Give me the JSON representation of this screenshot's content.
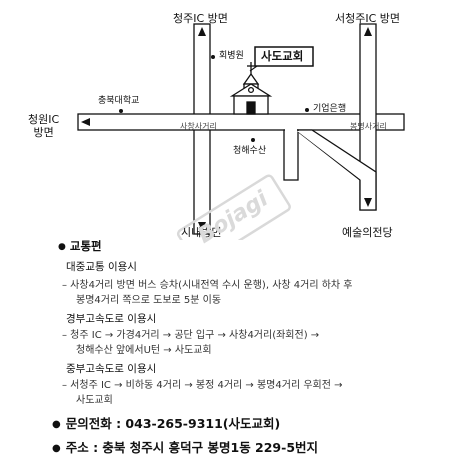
{
  "map": {
    "labels": {
      "top_north": "청주IC 방면",
      "top_right": "서청주IC 방면",
      "left": "청원IC\n방면",
      "bottom_center": "시내방면",
      "bottom_right": "예술의전당",
      "road_left": "사창사거리",
      "road_right": "봉명사거리",
      "hospital": "회병원",
      "university": "충북대학교",
      "bank": "기업은행",
      "market": "청해수산",
      "church": "사도교회"
    },
    "watermark": "Bojagi"
  },
  "directions": {
    "title": "교통편",
    "sections": [
      {
        "heading": "대중교통 이용시",
        "lines": [
          "– 사창4거리 방면 버스 승차(시내전역 수시 운행), 사창 4거리 하차 후",
          "봉명4거리 쪽으로 도보로 5분 이동"
        ]
      },
      {
        "heading": "경부고속도로 이용시",
        "lines": [
          "– 청주 IC → 가경4거리 → 공단 입구 → 사창4거리(좌회전) →",
          "청해수산 앞에서U턴 → 사도교회"
        ]
      },
      {
        "heading": "중부고속도로 이용시",
        "lines": [
          "– 서청주 IC → 비하동 4거리 → 봉정 4거리 → 봉명4거리 우회전 →",
          "사도교회"
        ]
      }
    ]
  },
  "contact": {
    "phone": "문의전화 : 043-265-9311(사도교회)",
    "address": "주소 : 충북 청주시 흥덕구 봉명1동 229-5번지"
  }
}
